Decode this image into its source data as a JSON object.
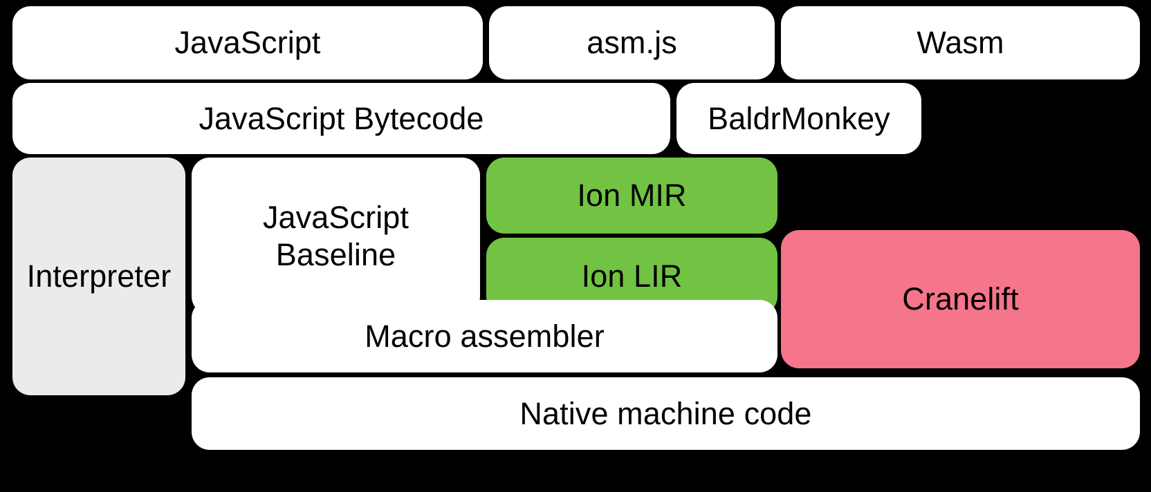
{
  "diagram": {
    "title": "SpiderMonkey compilation pipeline",
    "background_color": "#000000",
    "colors": {
      "default_box": "#ffffff",
      "gray_box": "#ebebeb",
      "green_box": "#72c344",
      "pink_box": "#f5758a",
      "text": "#000000"
    },
    "nodes": [
      {
        "id": "javascript",
        "label": "JavaScript",
        "color": "#ffffff",
        "row": 1
      },
      {
        "id": "asmjs",
        "label": "asm.js",
        "color": "#ffffff",
        "row": 1
      },
      {
        "id": "wasm",
        "label": "Wasm",
        "color": "#ffffff",
        "row": 1
      },
      {
        "id": "javascript-bytecode",
        "label": "JavaScript Bytecode",
        "color": "#ffffff",
        "row": 2
      },
      {
        "id": "baldrmonkey",
        "label": "BaldrMonkey",
        "color": "#ffffff",
        "row": 2
      },
      {
        "id": "interpreter",
        "label": "Interpreter",
        "color": "#ebebeb",
        "row": 3
      },
      {
        "id": "javascript-baseline",
        "label": "JavaScript\nBaseline",
        "color": "#ffffff",
        "row": 3
      },
      {
        "id": "ion-mir",
        "label": "Ion MIR",
        "color": "#72c344",
        "row": 3
      },
      {
        "id": "ion-lir",
        "label": "Ion LIR",
        "color": "#72c344",
        "row": 4
      },
      {
        "id": "cranelift",
        "label": "Cranelift",
        "color": "#f5758a",
        "row": 4
      },
      {
        "id": "macro-assembler",
        "label": "Macro assembler",
        "color": "#ffffff",
        "row": 5
      },
      {
        "id": "native-machine-code",
        "label": "Native machine code",
        "color": "#ffffff",
        "row": 6
      }
    ]
  }
}
